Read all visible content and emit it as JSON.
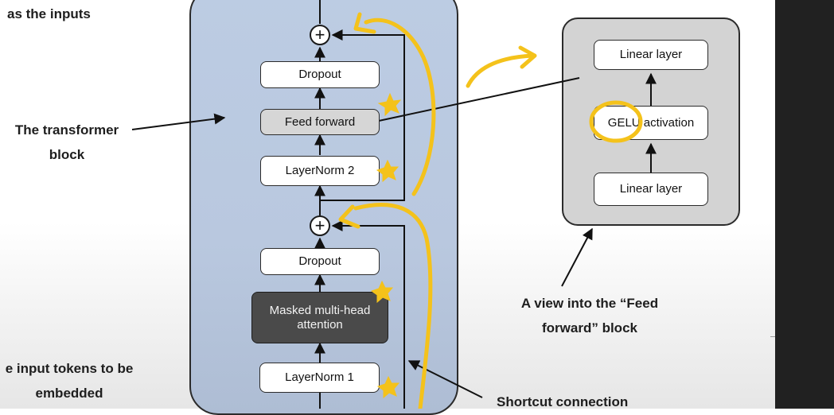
{
  "transformer_block": {
    "modules": {
      "dropout_top": "Dropout",
      "feed_forward": "Feed forward",
      "layernorm_2": "LayerNorm 2",
      "dropout_bottom": "Dropout",
      "masked_attention": "Masked multi-head attention",
      "layernorm_1": "LayerNorm 1"
    },
    "plus_symbol": "+"
  },
  "feed_forward_view": {
    "modules": {
      "linear_top": "Linear layer",
      "gelu": "GELU activation",
      "linear_bottom": "Linear layer"
    }
  },
  "annotations": {
    "top_left_fragment": "as the inputs",
    "transformer_block_line1": "The transformer",
    "transformer_block_line2": "block",
    "ff_view_line1": "A view into the “Feed",
    "ff_view_line2": "forward” block",
    "input_tokens_line1": "e input tokens to be",
    "input_tokens_line2": "embedded",
    "shortcut": "Shortcut connection"
  },
  "colors": {
    "transformer_block_fill": "#bccce3",
    "ff_panel_fill": "#d3d3d3",
    "attention_fill": "#4a4a4a",
    "highlight_pen": "#f4c21b",
    "right_strip": "#212121"
  }
}
